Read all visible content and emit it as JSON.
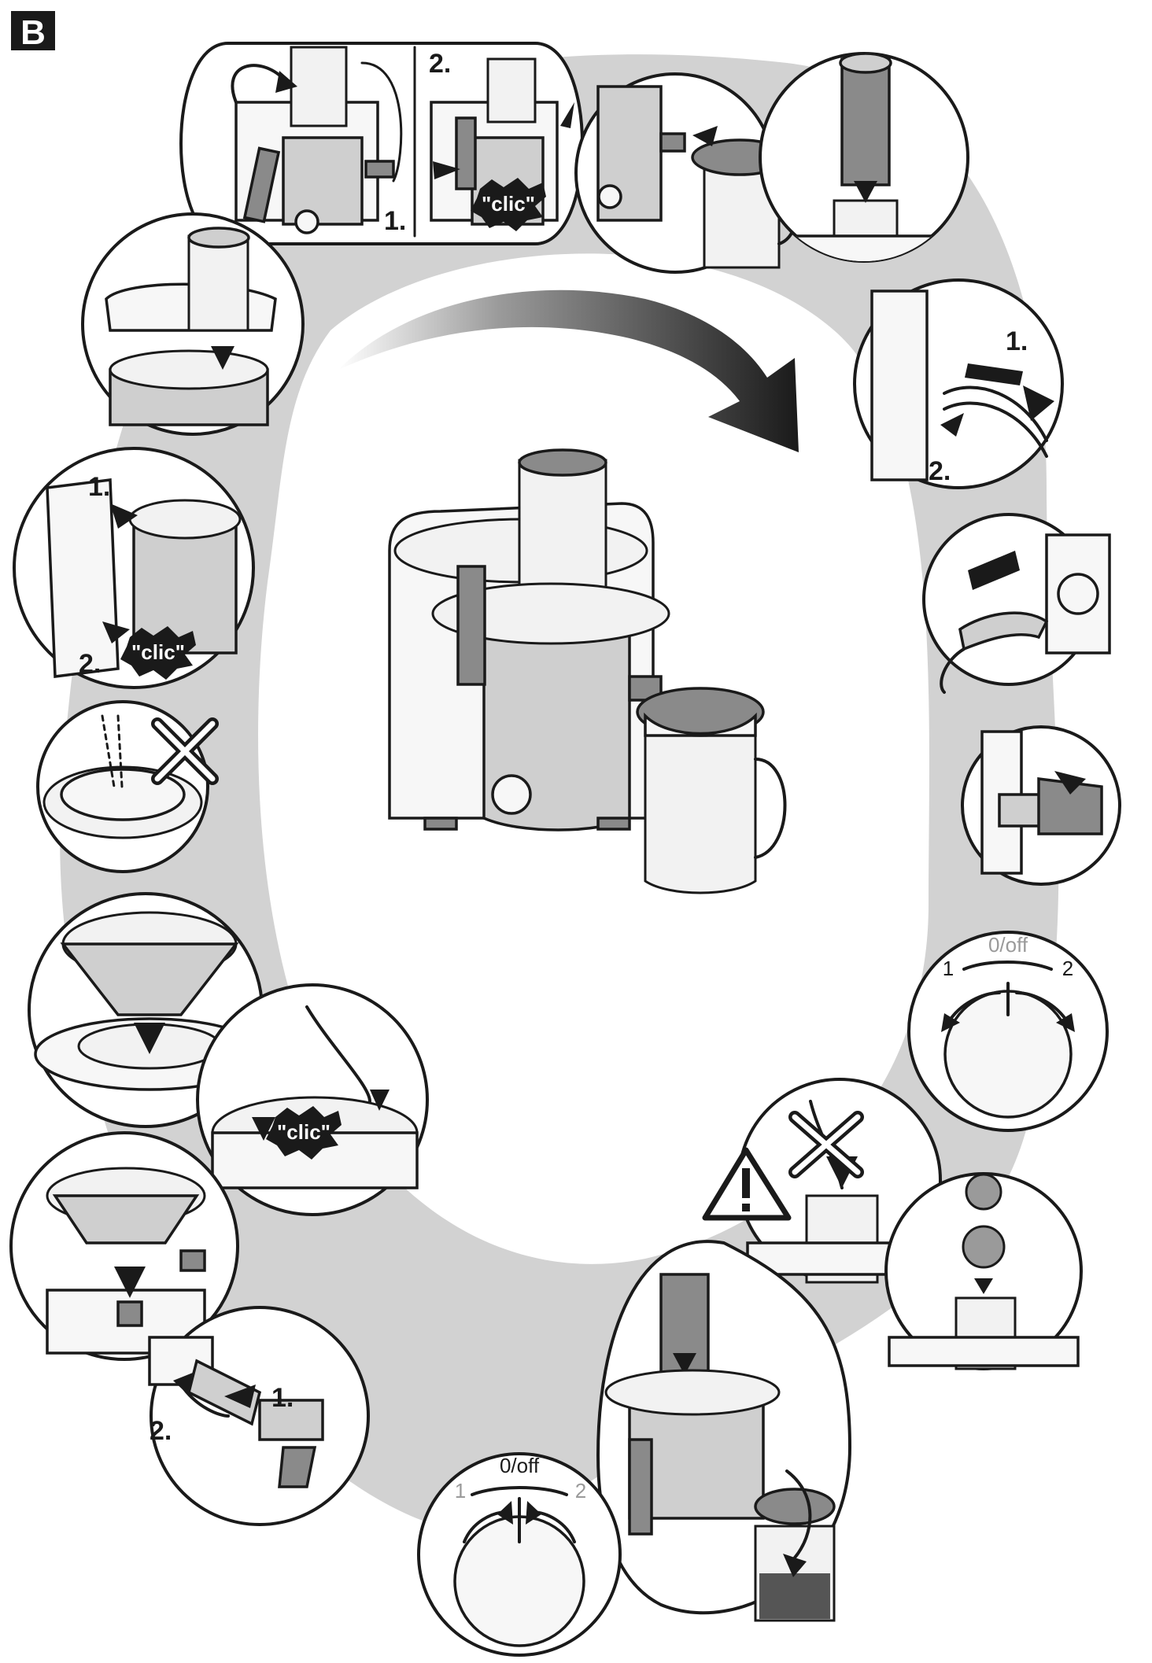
{
  "section_badge": "B",
  "labels": {
    "step_1": "1.",
    "step_2": "2.",
    "clic": "\"clic\"",
    "dial_off": "0/off",
    "dial_1": "1",
    "dial_2": "2"
  },
  "colors": {
    "ink": "#1a1a1a",
    "metal": "#cfcfcf",
    "shadow_ring": "#cfcfcf",
    "warning_fill": "#ffffff"
  },
  "icons": [
    "warning-triangle-icon",
    "cross-icon",
    "down-arrow-icon",
    "curved-arrow-icon"
  ]
}
